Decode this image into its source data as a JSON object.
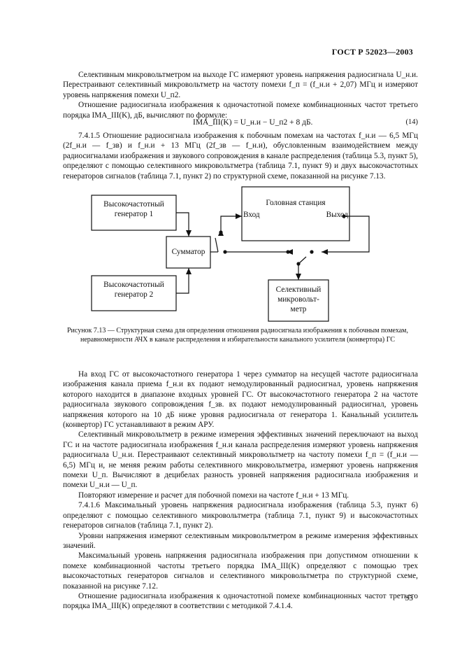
{
  "header": {
    "standard": "ГОСТ Р 52023—2003"
  },
  "top_paragraphs": [
    "Селективным микровольтметром на выходе ГС измеряют уровень напряжения радиосигнала U_н.и. Перестраивают селективный микровольтметр на частоту помехи f_п = (f_н.и + 2,07) МГц и измеряют уровень напряжения помехи U_п2.",
    "Отношение радиосигнала изображения к одночастотной помехе комбинационных частот третьего порядка IMA_III(K), дБ, вычисляют по формуле:"
  ],
  "equation": {
    "text": "IMA_III(K) = U_н.и − U_п2 + 8 дБ.",
    "number": "(14)"
  },
  "para_7415": "7.4.1.5 Отношение радиосигнала изображения к побочным помехам на частотах f_н.и — 6,5 МГц (2f_н.и — f_зв) и f_н.и + 13 МГц (2f_зв — f_н.и), обусловленным взаимодействием между радиосигналами изображения и звукового сопровождения в канале распределения (таблица 5.3, пункт 5), определяют с помощью селективного микровольтметра (таблица 7.1, пункт 9) и двух высокочастотных генераторов сигналов (таблица 7.1, пункт 2) по структурной схеме, показанной на рисунке 7.13.",
  "diagram": {
    "gen1": "Высокочастотный генератор 1",
    "gen2": "Высокочастотный генератор 2",
    "summator": "Сумматор",
    "station": "Головная станция",
    "input": "Вход",
    "output": "Выход",
    "meter": "Селективный микровольт-метр"
  },
  "caption": "Рисунок 7.13 — Структурная схема для определения отношения радиосигнала изображения к побочным помехам, неравномерности АЧХ в канале распределения и избирательности канального усилителя (конвертора) ГС",
  "bottom_paragraphs": [
    "На вход ГС от высокочастотного генератора 1 через сумматор на несущей частоте радиосигнала изображения канала приема f_н.и вх подают немодулированный радиосигнал, уровень напряжения которого находится в диапазоне входных уровней ГС. От высокочастотного генератора 2 на частоте радиосигнала звукового сопровождения f_зв. вх подают немодулированный радиосигнал, уровень напряжения которого на 10 дБ ниже уровня радиосигнала от генератора 1. Канальный усилитель (конвертор) ГС устанавливают в режим АРУ.",
    "Селективный микровольтметр в режиме измерения эффективных значений переключают на выход ГС и на частоте радиосигнала изображения f_н.и канала распределения измеряют уровень напряжения радиосигнала U_н.и. Перестраивают селективный микровольтметр на частоту помехи f_п = (f_н.и — 6,5) МГц и, не меняя режим работы селективного микровольтметра, измеряют уровень напряжения помехи U_п. Вычисляют в децибелах разность уровней напряжения радиосигнала изображения и помехи U_н.и — U_п.",
    "Повторяют измерение и расчет для побочной помехи на частоте f_н.и + 13 МГц.",
    "7.4.1.6 Максимальный уровень напряжения радиосигнала изображения (таблица 5.3, пункт 6) определяют с помощью селективного микровольтметра (таблица 7.1, пункт 9) и высокочастотных генераторов сигналов (таблица 7.1, пункт 2).",
    "Уровни напряжения измеряют селективным микровольтметром в режиме измерения эффективных значений.",
    "Максимальный уровень напряжения радиосигнала изображения при допустимом отношении к помехе комбинационной частоты третьего порядка IMA_III(K) определяют с помощью трех высокочастотных генераторов сигналов и селективного микровольтметра по структурной схеме, показанной на рисунке 7.12.",
    "Отношение радиосигнала изображения к одночастотной помехе комбинационных частот третьего порядка IMA_III(K) определяют в соответствии с методикой 7.4.1.4."
  ],
  "page_number": "33"
}
